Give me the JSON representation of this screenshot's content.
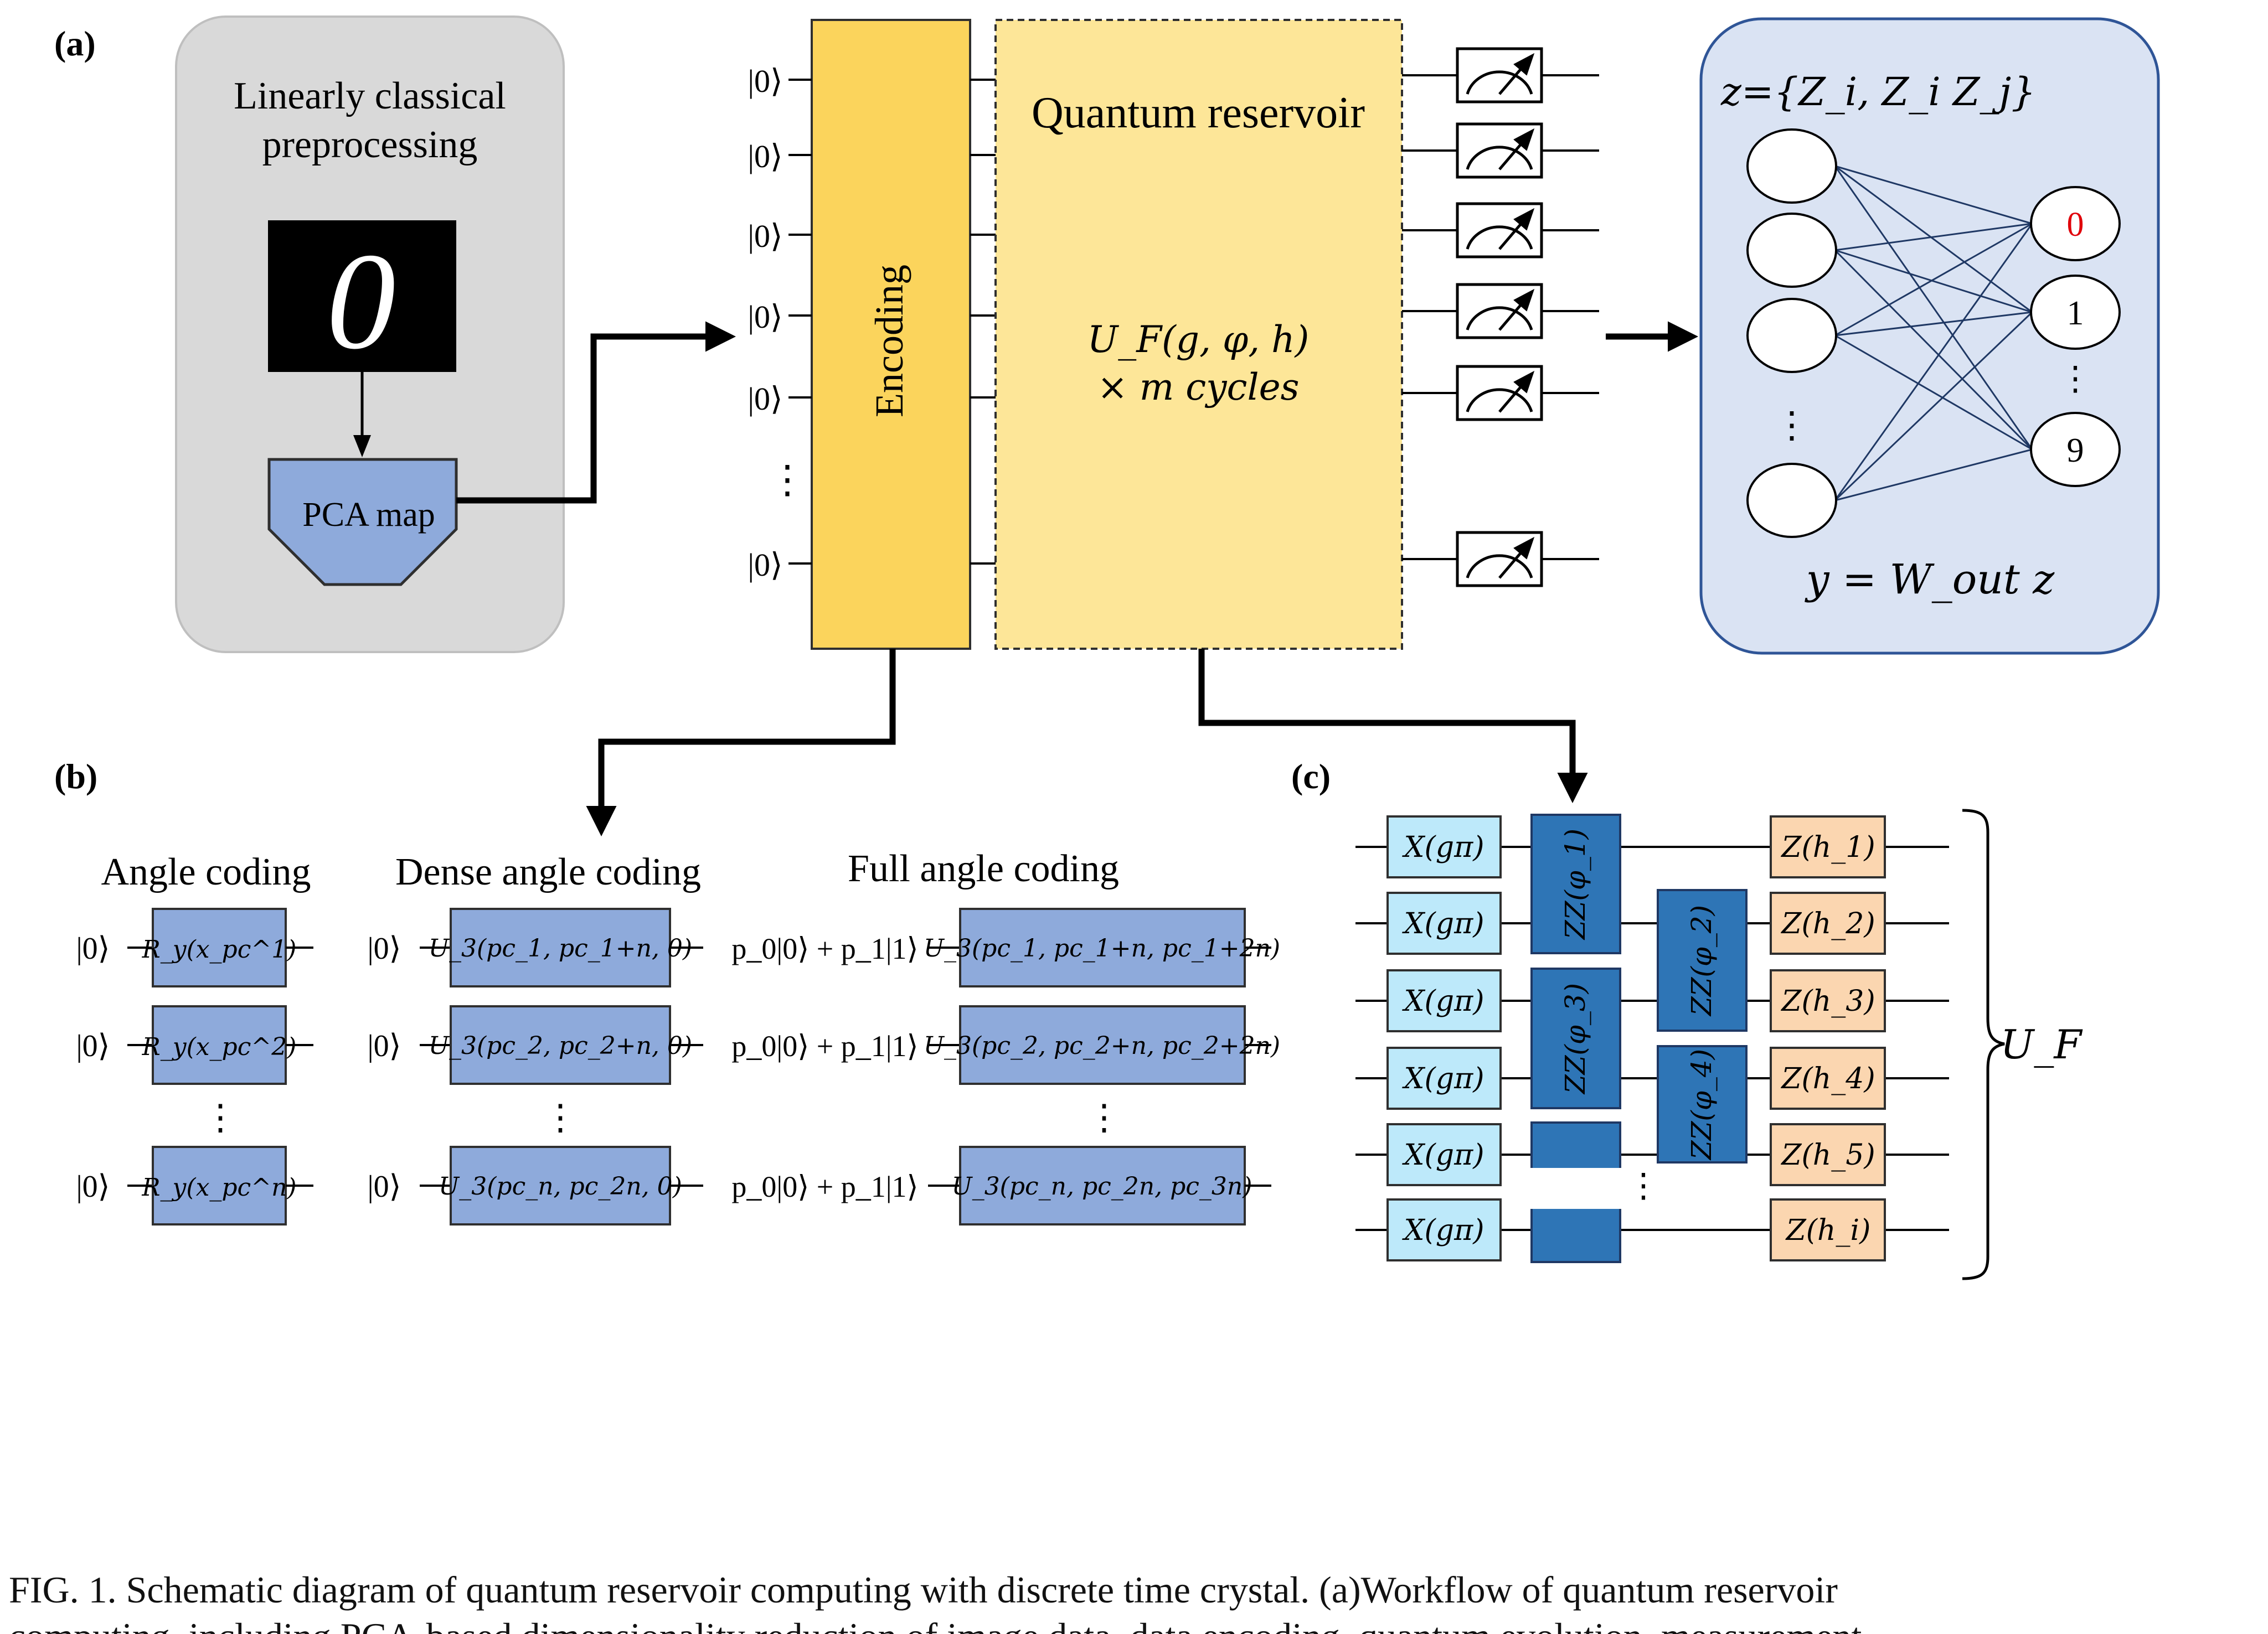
{
  "panel_labels": {
    "a": "(a)",
    "b": "(b)",
    "c": "(c)"
  },
  "preprocess": {
    "title_line1": "Linearly classical",
    "title_line2": "preprocessing",
    "digit": "0",
    "pca_label": "PCA map"
  },
  "encoding_label": "Encoding",
  "reservoir": {
    "title": "Quantum reservoir",
    "op_line1": "U_F(g, φ, h)",
    "op_line2": "× m cycles"
  },
  "ket_zero": "|0⟩",
  "vdots": "⋮",
  "readout": {
    "z_def": "z={Z_i, Z_i Z_j}",
    "outputs": [
      "0",
      "1",
      "9"
    ],
    "formula": "y = W_out z",
    "highlight_color": "#e0000a"
  },
  "panel_b": {
    "angle": {
      "title": "Angle coding",
      "gates": [
        "R_y(x_pc^1)",
        "R_y(x_pc^2)",
        "R_y(x_pc^n)"
      ]
    },
    "dense": {
      "title": "Dense angle coding",
      "gates": [
        "U_3(pc_1, pc_1+n, 0)",
        "U_3(pc_2, pc_2+n, 0)",
        "U_3(pc_n, pc_2n, 0)"
      ]
    },
    "full": {
      "title": "Full angle coding",
      "input": "p_0|0⟩ + p_1|1⟩",
      "gates": [
        "U_3(pc_1, pc_1+n, pc_1+2n)",
        "U_3(pc_2, pc_2+n, pc_2+2n)",
        "U_3(pc_n, pc_2n, pc_3n)"
      ]
    }
  },
  "panel_c": {
    "x_gate": "X(gπ)",
    "zz_gates": [
      "ZZ(φ_1)",
      "ZZ(φ_2)",
      "ZZ(φ_3)",
      "ZZ(φ_4)"
    ],
    "z_gates": [
      "Z(h_1)",
      "Z(h_2)",
      "Z(h_3)",
      "Z(h_4)",
      "Z(h_5)",
      "Z(h_i)"
    ],
    "brace_label": "U_F"
  },
  "caption": {
    "line1": "FIG. 1.  Schematic diagram of quantum reservoir computing with discrete time crystal.  (a)Workflow of quantum reservoir",
    "line2": "computing, including PCA-based dimensionality reduction of image data, data encoding, quantum evolution, measurement,"
  },
  "colors": {
    "encoding": "#fbd45c",
    "reservoir": "#fde698",
    "preprocess_bg": "#d9d9d9",
    "readout_bg": "#dae3f3",
    "gate_blue": "#8eaadb",
    "x_gate": "#bde9fa",
    "zz_gate": "#2e75b6",
    "z_gate": "#fbd6b0"
  }
}
